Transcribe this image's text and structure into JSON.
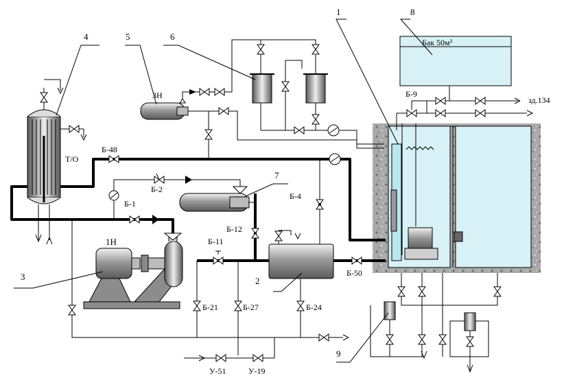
{
  "numbers": {
    "n1": "1",
    "n2": "2",
    "n3": "3",
    "n4": "4",
    "n5": "5",
    "n6": "6",
    "n7": "7",
    "n8": "8",
    "n9": "9"
  },
  "labels": {
    "to": "Т/О",
    "pump1": "1Н",
    "pump3": "3Н",
    "tank": "Бак 50м³",
    "building": "зд.134"
  },
  "valves": {
    "b1": "Б-1",
    "b2": "Б-2",
    "b4": "Б-4",
    "b9": "Б-9",
    "b11": "Б-11",
    "b12": "Б-12",
    "b21": "Б-21",
    "b24": "Б-24",
    "b27": "Б-27",
    "b48": "Б-48",
    "b50": "Б-50",
    "u19": "У-19",
    "u51": "У-51"
  }
}
